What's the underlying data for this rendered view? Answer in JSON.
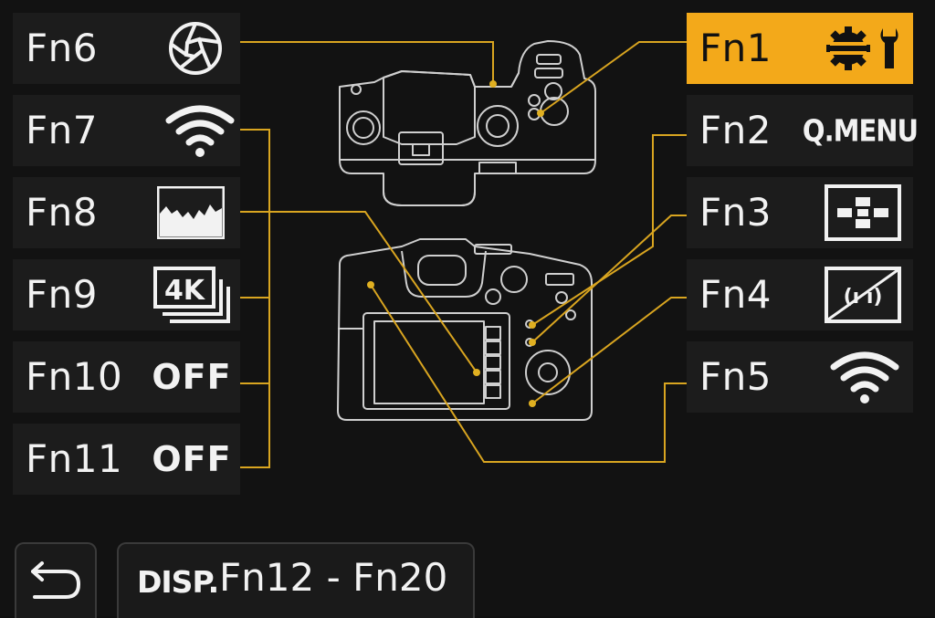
{
  "left_buttons": [
    {
      "label": "Fn6",
      "icon": "shutter-aperture-icon"
    },
    {
      "label": "Fn7",
      "icon": "wifi-icon"
    },
    {
      "label": "Fn8",
      "icon": "histogram-icon"
    },
    {
      "label": "Fn9",
      "icon": "4k-photo-icon"
    },
    {
      "label": "Fn10",
      "icon_text": "OFF"
    },
    {
      "label": "Fn11",
      "icon_text": "OFF"
    }
  ],
  "right_buttons": [
    {
      "label": "Fn1",
      "icon": "wrench-settings-icon",
      "selected": true
    },
    {
      "label": "Fn2",
      "icon_text": "Q.MENU"
    },
    {
      "label": "Fn3",
      "icon": "focus-area-icon"
    },
    {
      "label": "Fn4",
      "icon": "silent-mode-icon"
    },
    {
      "label": "Fn5",
      "icon": "wifi-icon"
    }
  ],
  "bottom_bar": {
    "back_icon": "return-arrow-icon",
    "disp_label": "DISP.",
    "range_label": "Fn12 - Fn20"
  },
  "colors": {
    "accent": "#f3a91a",
    "leader_line": "#d9a520",
    "panel": "#1c1c1c",
    "background": "#121212"
  }
}
